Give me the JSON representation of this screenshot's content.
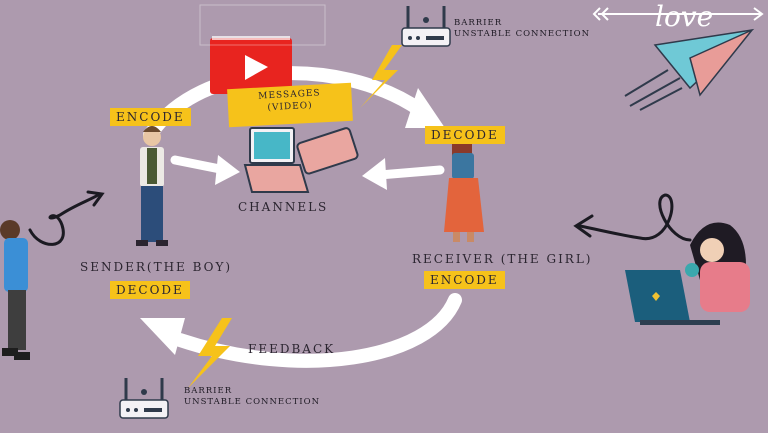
{
  "diagram": {
    "love_text": "love",
    "messages": {
      "line1": "MESSAGES",
      "line2": "(VIDEO)"
    },
    "channels": "CHANNELS",
    "sender": {
      "label": "SENDER(THE BOY)",
      "top_tag": "ENCODE",
      "bottom_tag": "DECODE"
    },
    "receiver": {
      "label": "RECEIVER (THE GIRL)",
      "top_tag": "DECODE",
      "bottom_tag": "ENCODE"
    },
    "feedback": "FEEDBACK",
    "barrier_top": {
      "line1": "BARRIER",
      "line2": "UNSTABLE CONNECTION"
    },
    "barrier_bottom": {
      "line1": "BARRIER",
      "line2": "UNSTABLE CONNECTION"
    }
  },
  "colors": {
    "background": "#ad9aae",
    "tag": "#f6c21a",
    "arrow": "#ffffff",
    "lightning": "#f6c21a",
    "youtube_red": "#e8241f"
  },
  "icons": [
    "router-icon",
    "lightning-icon",
    "laptop-icon",
    "tablet-icon",
    "paper-plane-icon",
    "arrow-icon",
    "youtube-icon"
  ]
}
